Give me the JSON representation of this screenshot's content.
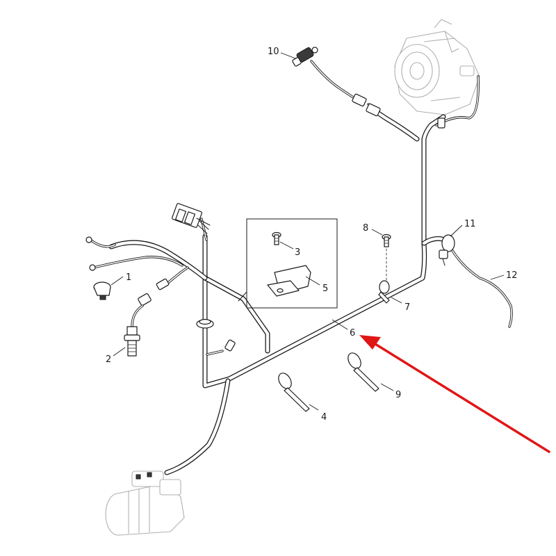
{
  "diagram": {
    "accent_color": "#e01616",
    "line_color": "#1a1a1a",
    "callouts": [
      {
        "id": "1",
        "text": "1"
      },
      {
        "id": "2",
        "text": "2"
      },
      {
        "id": "3",
        "text": "3"
      },
      {
        "id": "4",
        "text": "4"
      },
      {
        "id": "5",
        "text": "5"
      },
      {
        "id": "6",
        "text": "6"
      },
      {
        "id": "7",
        "text": "7"
      },
      {
        "id": "8",
        "text": "8"
      },
      {
        "id": "9",
        "text": "9"
      },
      {
        "id": "10",
        "text": "10"
      },
      {
        "id": "11",
        "text": "11"
      },
      {
        "id": "12",
        "text": "12"
      }
    ],
    "highlight": {
      "points_to": "6",
      "icon": "red-arrow-icon"
    }
  }
}
